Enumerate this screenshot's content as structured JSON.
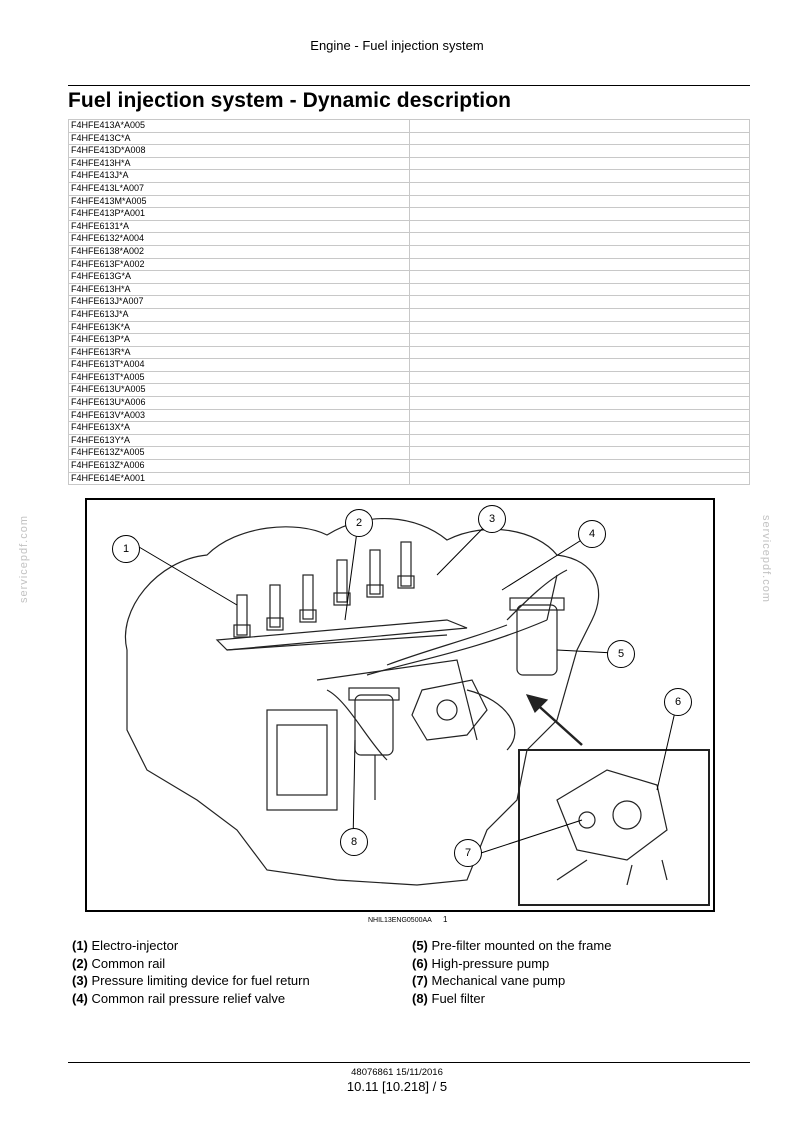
{
  "header": {
    "section": "Engine - Fuel injection system"
  },
  "title": "Fuel injection system - Dynamic description",
  "models": [
    "F4HFE413A*A005",
    "F4HFE413C*A",
    "F4HFE413D*A008",
    "F4HFE413H*A",
    "F4HFE413J*A",
    "F4HFE413L*A007",
    "F4HFE413M*A005",
    "F4HFE413P*A001",
    "F4HFE6131*A",
    "F4HFE6132*A004",
    "F4HFE6138*A002",
    "F4HFE613F*A002",
    "F4HFE613G*A",
    "F4HFE613H*A",
    "F4HFE613J*A007",
    "F4HFE613J*A",
    "F4HFE613K*A",
    "F4HFE613P*A",
    "F4HFE613R*A",
    "F4HFE613T*A004",
    "F4HFE613T*A005",
    "F4HFE613U*A005",
    "F4HFE613U*A006",
    "F4HFE613V*A003",
    "F4HFE613X*A",
    "F4HFE613Y*A",
    "F4HFE613Z*A005",
    "F4HFE613Z*A006",
    "F4HFE614E*A001"
  ],
  "watermark": "servicepdf.com",
  "figure": {
    "callouts": [
      "1",
      "2",
      "3",
      "4",
      "5",
      "6",
      "7",
      "8"
    ],
    "caption": "NHIL13ENG0500AA",
    "number": "1"
  },
  "legend": {
    "col1": [
      {
        "num": "(1)",
        "label": "Electro-injector"
      },
      {
        "num": "(2)",
        "label": "Common rail"
      },
      {
        "num": "(3)",
        "label": "Pressure limiting device for fuel return"
      },
      {
        "num": "(4)",
        "label": "Common rail pressure relief valve"
      }
    ],
    "col2": [
      {
        "num": "(5)",
        "label": "Pre-filter mounted on the frame"
      },
      {
        "num": "(6)",
        "label": "High-pressure pump"
      },
      {
        "num": "(7)",
        "label": "Mechanical vane pump"
      },
      {
        "num": "(8)",
        "label": "Fuel filter"
      }
    ]
  },
  "footer": {
    "doc_code": "48076861 15/11/2016",
    "page": "10.11 [10.218] / 5"
  }
}
